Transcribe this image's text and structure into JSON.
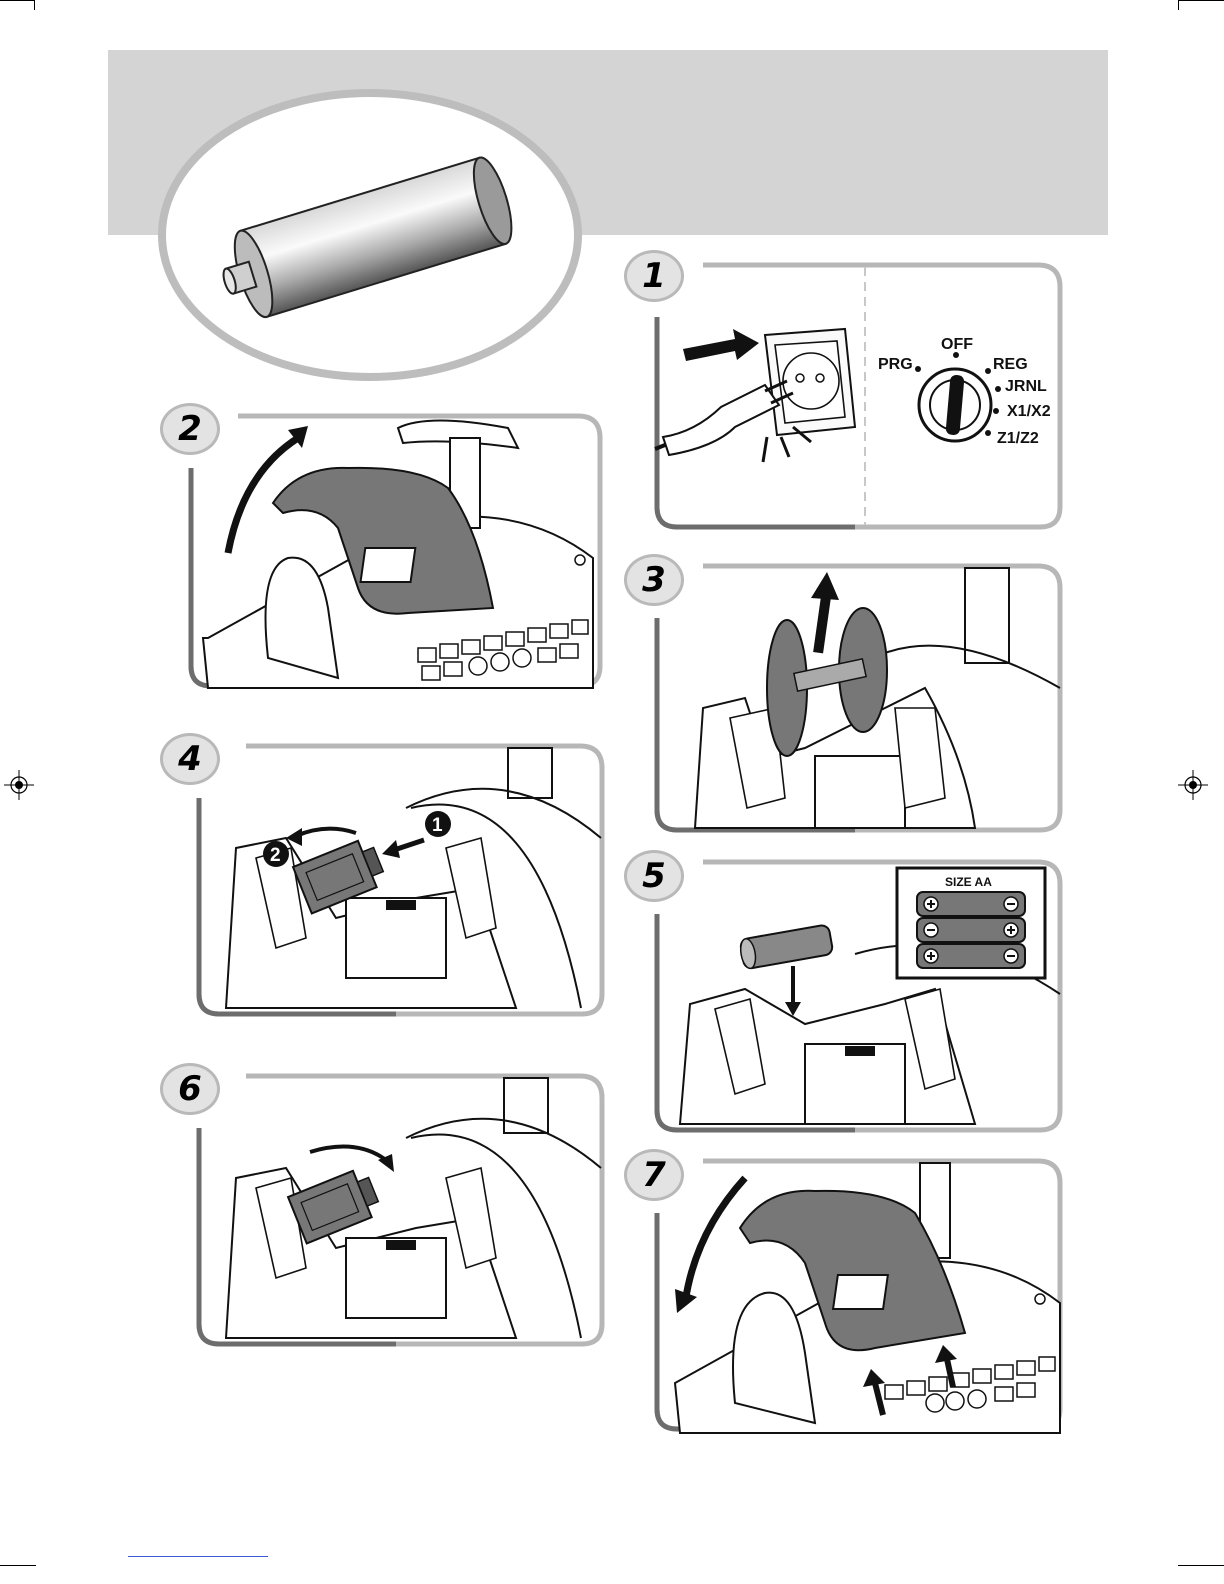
{
  "steps": [
    {
      "num": "1"
    },
    {
      "num": "2"
    },
    {
      "num": "3"
    },
    {
      "num": "4"
    },
    {
      "num": "5"
    },
    {
      "num": "6"
    },
    {
      "num": "7"
    }
  ],
  "mode_switch": {
    "positions": [
      "OFF",
      "PRG",
      "REG",
      "JRNL",
      "X1/X2",
      "Z1/Z2"
    ]
  },
  "battery_diagram": {
    "title": "SIZE AA"
  },
  "callouts": [
    "1",
    "2"
  ],
  "icons": [
    "battery-icon",
    "power-plug-icon",
    "wall-socket-icon",
    "mode-switch-icon",
    "register-mark-icon",
    "arrow-icon"
  ]
}
